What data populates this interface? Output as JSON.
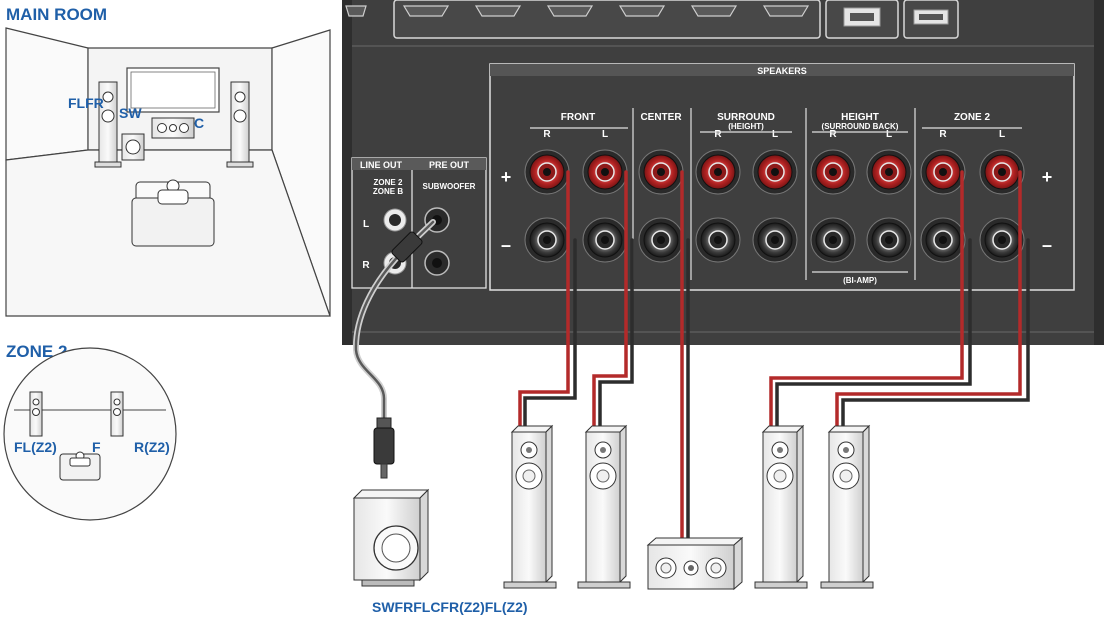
{
  "labels": {
    "main_room": "MAIN ROOM",
    "zone2_title": "ZONE 2",
    "main_fl_fr": "FLFR",
    "main_sw": "SW",
    "main_c": "C",
    "zone_fl": "FL(Z2)",
    "zone_f": "F",
    "zone_r": "R(Z2)",
    "bottom_caption": "SWFRFLCFR(Z2)FL(Z2)"
  },
  "panel": {
    "speakers": "SPEAKERS",
    "front": "FRONT",
    "center": "CENTER",
    "surround": "SURROUND",
    "surround_sub": "(HEIGHT)",
    "height": "HEIGHT",
    "height_sub": "(SURROUND BACK)",
    "zone2": "ZONE 2",
    "r": "R",
    "l": "L",
    "line_out": "LINE OUT",
    "pre_out": "PRE OUT",
    "zone2b_1": "ZONE 2",
    "zone2b_2": "ZONE B",
    "subwoofer": "SUBWOOFER",
    "jack_l": "L",
    "jack_r": "R",
    "plus": "+",
    "minus": "–",
    "bi_amp": "(BI-AMP)"
  },
  "colors": {
    "panel": "#3f3f3f",
    "panel_dark": "#2b2b2b",
    "terminal_red": "#c0272d",
    "terminal_black": "#2a2a2a",
    "label_blue": "#1f5fa8",
    "cable_red": "#b32a2a",
    "cable_dark": "#2d2d2d"
  }
}
